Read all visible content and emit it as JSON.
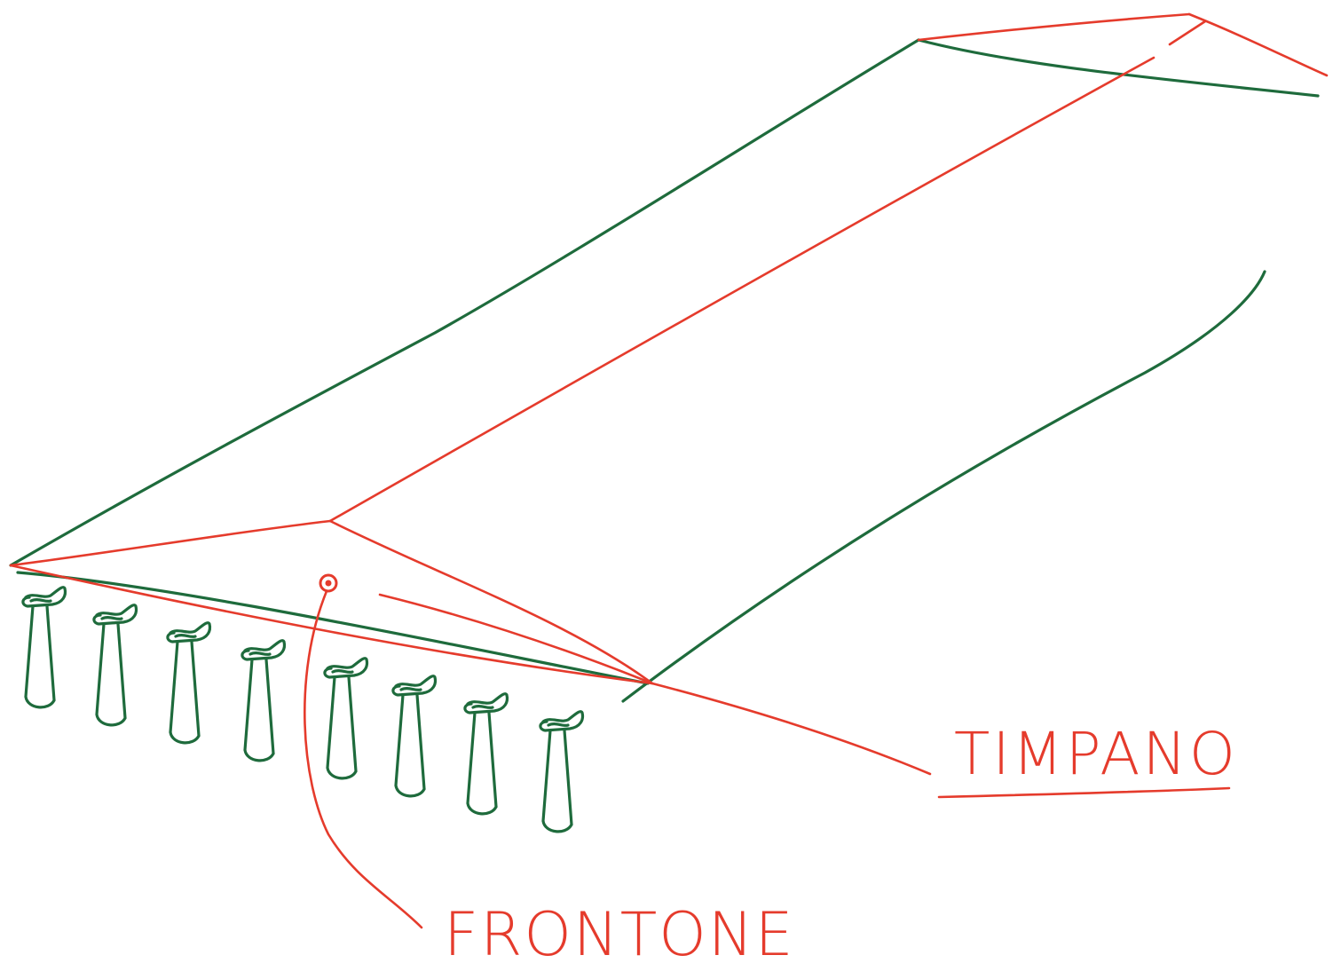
{
  "labels": {
    "timpano": "TIMPANO",
    "frontone": "FRONTONE"
  },
  "colors": {
    "structure": "#1e6b3c",
    "annotation": "#e53b2c",
    "background": "#ffffff"
  },
  "column_count": 8
}
